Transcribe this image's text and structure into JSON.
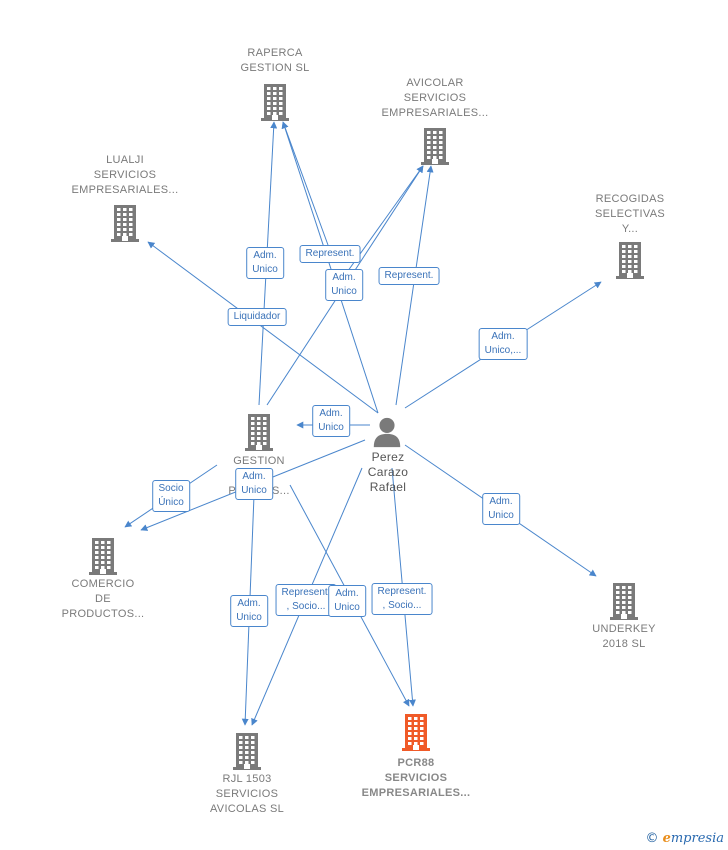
{
  "colors": {
    "edge": "#4a86cc",
    "node": "#7a7a7a",
    "target": "#f05a28"
  },
  "person": {
    "label": "Perez\nCarazo\nRafael",
    "icon": "person-icon"
  },
  "nodes": [
    {
      "id": "raperca",
      "label": "RAPERCA\nGESTION  SL",
      "icon": "building-icon",
      "target": false
    },
    {
      "id": "avicolar",
      "label": "AVICOLAR\nSERVICIOS\nEMPRESARIALES...",
      "icon": "building-icon",
      "target": false
    },
    {
      "id": "lualji",
      "label": "LUALJI\nSERVICIOS\nEMPRESARIALES...",
      "icon": "building-icon",
      "target": false
    },
    {
      "id": "recogidas",
      "label": "RECOGIDAS\nSELECTIVAS\nY...",
      "icon": "building-icon",
      "target": false
    },
    {
      "id": "gestion",
      "label": "GESTION\n\nPRO...OS...",
      "icon": "building-icon",
      "target": false
    },
    {
      "id": "comercio",
      "label": "COMERCIO\nDE\nPRODUCTOS...",
      "icon": "building-icon",
      "target": false
    },
    {
      "id": "underkey",
      "label": "UNDERKEY\n2018  SL",
      "icon": "building-icon",
      "target": false
    },
    {
      "id": "rjl",
      "label": "RJL 1503\nSERVICIOS\nAVICOLAS  SL",
      "icon": "building-icon",
      "target": false
    },
    {
      "id": "pcr88",
      "label": "PCR88\nSERVICIOS\nEMPRESARIALES...",
      "icon": "building-icon",
      "target": true
    }
  ],
  "edge_labels": [
    "Adm.\nUnico",
    "Represent.",
    "Adm.\nUnico",
    "Represent.",
    "Liquidador",
    "Adm.\nUnico,...",
    "Adm.\nUnico",
    "Socio\nÚnico",
    "Adm.\nUnico",
    "Adm.\nUnico",
    "Adm.\nUnico",
    "Represent.\n, Socio...",
    "Adm.\nUnico",
    "Represent.\n, Socio..."
  ],
  "copyright": {
    "symbol": "©",
    "brand_e": "e",
    "brand_rest": "mpresia"
  }
}
